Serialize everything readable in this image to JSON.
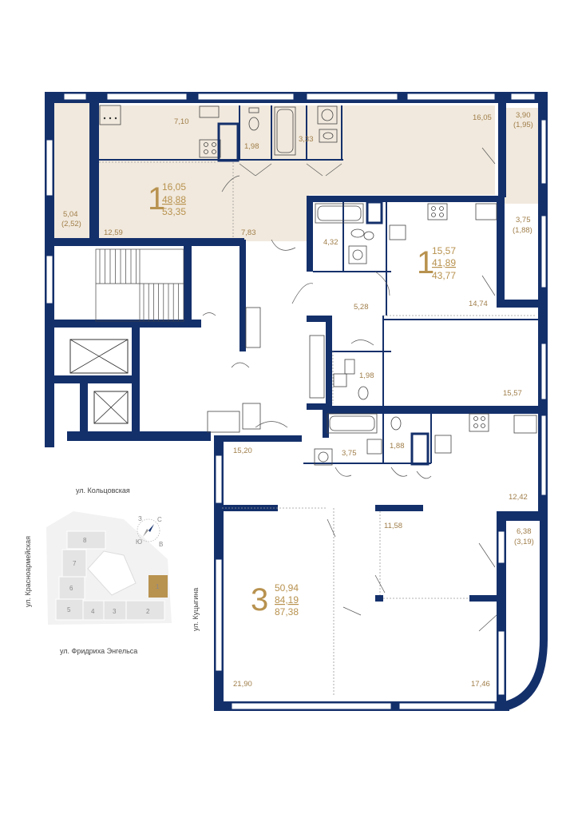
{
  "apartments": [
    {
      "rooms": "1",
      "living": "16,05",
      "total": "48,88",
      "total_balcony": "53,35",
      "highlight": true
    },
    {
      "rooms": "1",
      "living": "15,57",
      "total": "41,89",
      "total_balcony": "43,77",
      "highlight": false
    },
    {
      "rooms": "3",
      "living": "50,94",
      "total": "84,19",
      "total_balcony": "87,38",
      "highlight": false
    }
  ],
  "room_labels": [
    "7,10",
    "1,98",
    "3,33",
    "16,05",
    "3,90",
    "(1,95)",
    "5,04",
    "(2,52)",
    "12,59",
    "7,83",
    "4,32",
    "5,28",
    "3,75",
    "(1,88)",
    "14,74",
    "1,98",
    "15,57",
    "15,20",
    "3,75",
    "1,88",
    "12,42",
    "11,58",
    "6,38",
    "(3,19)",
    "21,90",
    "17,46"
  ],
  "site_map": {
    "streets": {
      "north": "ул. Кольцовская",
      "west": "ул. Красноармейская",
      "east": "ул. Куцыгина",
      "south": "ул. Фридриха Энгельса"
    },
    "buildings": [
      "8",
      "7",
      "6",
      "5",
      "4",
      "3",
      "2",
      "1"
    ],
    "current_building": "1",
    "compass": [
      "С",
      "В",
      "Ю",
      "З"
    ]
  },
  "colors": {
    "wall": "#14306b",
    "highlight_fill": "#f1e9dd",
    "accent": "#b8924f",
    "current_building": "#b8924f"
  }
}
